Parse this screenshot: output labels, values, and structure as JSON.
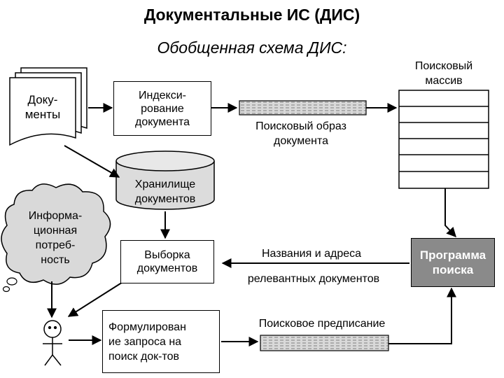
{
  "title": "Документальные ИС (ДИС)",
  "subtitle": "Обобщенная схема ДИС:",
  "nodes": {
    "documents": "Доку-\nменты",
    "indexing": "Индекси-\nрование\nдокумента",
    "search_image": "Поисковый образ\nдокумента",
    "search_array": "Поисковый\nмассив",
    "storage": "Хранилище\nдокументов",
    "info_need": "Информа-\nционная\nпотреб-\nность",
    "selection": "Выборка\nдокументов",
    "names_addresses_1": "Названия и адреса",
    "names_addresses_2": "релевантных документов",
    "search_program": "Программа\nпоиска",
    "query": "Формулирован\nие запроса на\nпоиск док-тов",
    "search_prescription": "Поисковое предписание"
  },
  "colors": {
    "program_fill": "#8a8a8a",
    "strip_fill": "#d4d4d4"
  }
}
